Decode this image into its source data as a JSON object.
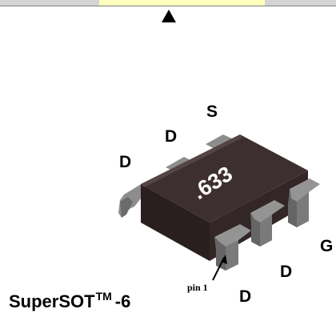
{
  "top_arrow_icon": "triangle-up-icon",
  "pins": {
    "s_top": "S",
    "d_top_mid": "D",
    "d_top_left": "D",
    "g_bottom_right": "G",
    "d_bottom_mid": "D",
    "d_bottom_left": "D"
  },
  "marking": ".633",
  "pin1_label": "pin 1",
  "package": {
    "name": "SuperSOT",
    "tm": "TM",
    "suffix": "-6"
  },
  "colors": {
    "body": "#3d2f2f",
    "lead": "#8f8f8f",
    "marking": "#ffffff"
  }
}
